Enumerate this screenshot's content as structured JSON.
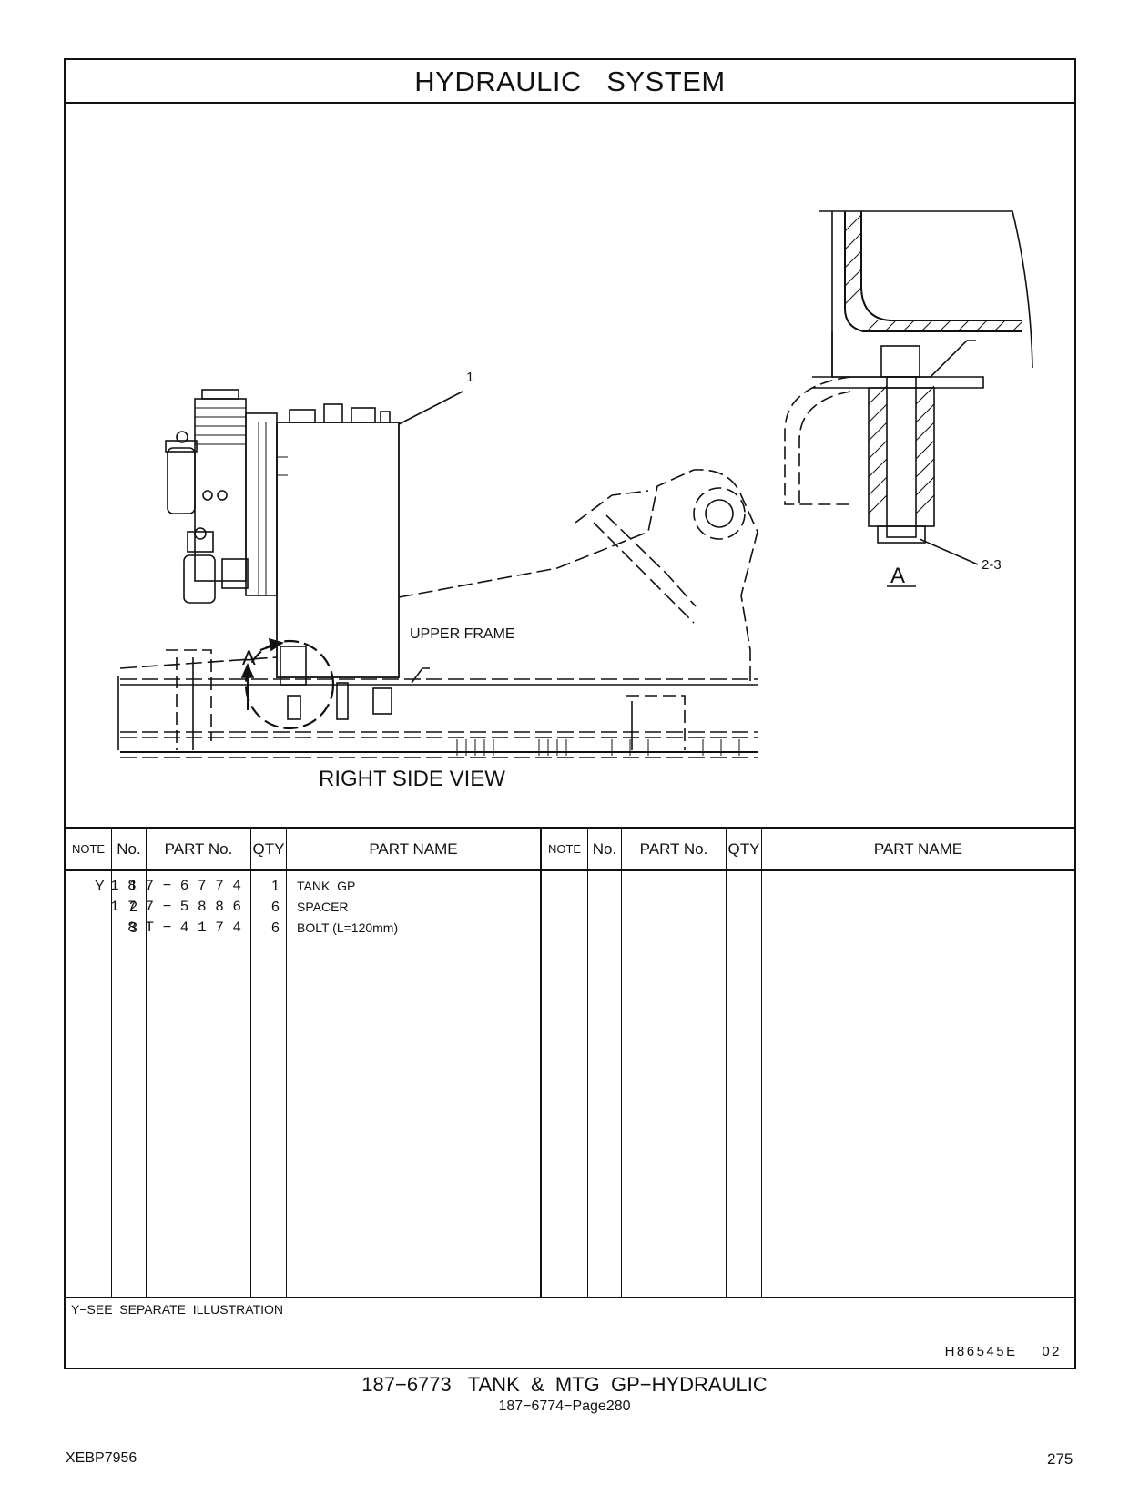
{
  "title": "HYDRAULIC   SYSTEM",
  "illustration": {
    "callout_1": "1",
    "callout_2_3": "2-3",
    "detail_label": "A",
    "view_marker": "A",
    "upper_frame": "UPPER FRAME",
    "view_title": "RIGHT SIDE VIEW"
  },
  "table": {
    "headers": {
      "note": "NOTE",
      "no": "No.",
      "part_no": "PART No.",
      "qty": "QTY",
      "part_name": "PART NAME"
    },
    "rows": [
      {
        "note": "Y",
        "no": "1",
        "part_no": "1 8 7 − 6 7 7 4",
        "qty": "1",
        "part_name": "TANK  GP"
      },
      {
        "note": "",
        "no": "2",
        "part_no": "1 7 7 − 5 8 8 6",
        "qty": "6",
        "part_name": "SPACER"
      },
      {
        "note": "",
        "no": "3",
        "part_no": "8 T − 4 1 7 4",
        "qty": "6",
        "part_name": "BOLT (L=120mm)"
      }
    ]
  },
  "footnote": "Y−SEE  SEPARATE  ILLUSTRATION",
  "illustration_code": "H86545E    02",
  "caption_main": "187−6773   TANK  &  MTG  GP−HYDRAULIC",
  "caption_sub": "187−6774−Page280",
  "doc_id": "XEBP7956",
  "page_number": "275"
}
